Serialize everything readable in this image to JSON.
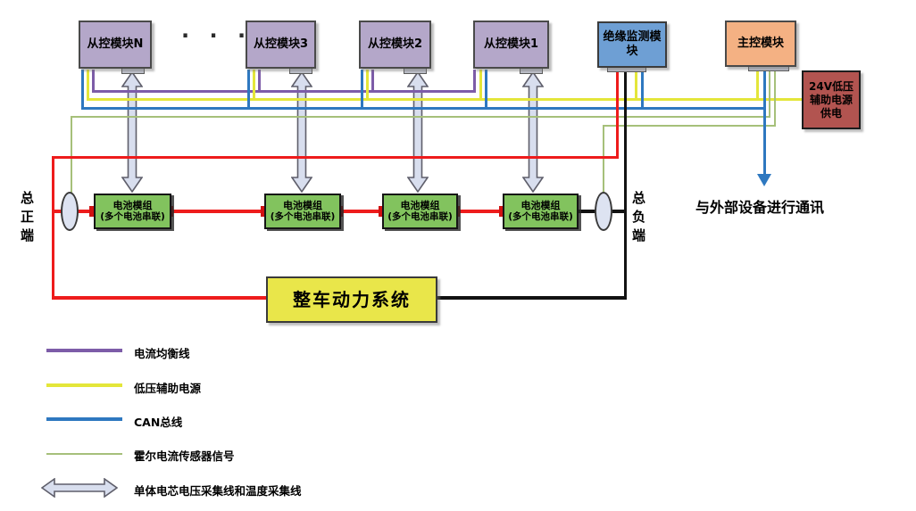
{
  "diagram": {
    "slave_modules": [
      "从控模块N",
      "从控模块3",
      "从控模块2",
      "从控模块1"
    ],
    "ellipsis": "· · ·",
    "insulation_module": "绝缘监测模块",
    "master_module": "主控模块",
    "aux_power_lines": [
      "24V低压",
      "辅助电源",
      "供电"
    ],
    "battery_module": {
      "line1": "电池模组",
      "line2": "(多个电池串联)"
    },
    "terminals": {
      "positive": "总正端",
      "negative": "总负端"
    },
    "power_system": "整车动力系统",
    "external_comm": "与外部设备进行通讯",
    "legend": [
      {
        "label": "电流均衡线"
      },
      {
        "label": "低压辅助电源"
      },
      {
        "label": "CAN总线"
      },
      {
        "label": "霍尔电流传感器信号"
      },
      {
        "label": "单体电芯电压采集线和温度采集线"
      }
    ],
    "colors": {
      "balance": "#7d5ca8",
      "aux": "#e4e63a",
      "can": "#2e78c0",
      "hall": "#a6c07a",
      "red": "#ee1c1c",
      "black": "#121212",
      "arrowfill": "#d8deee",
      "arrowstroke": "#5f5f6b",
      "slavefill": "#b4a7c9",
      "insulationfill": "#6e9fd4",
      "masterfill": "#f4b183",
      "auxboxfill": "#b25450",
      "batteryfill": "#82c35e",
      "powerfill": "#e9e64a"
    }
  }
}
